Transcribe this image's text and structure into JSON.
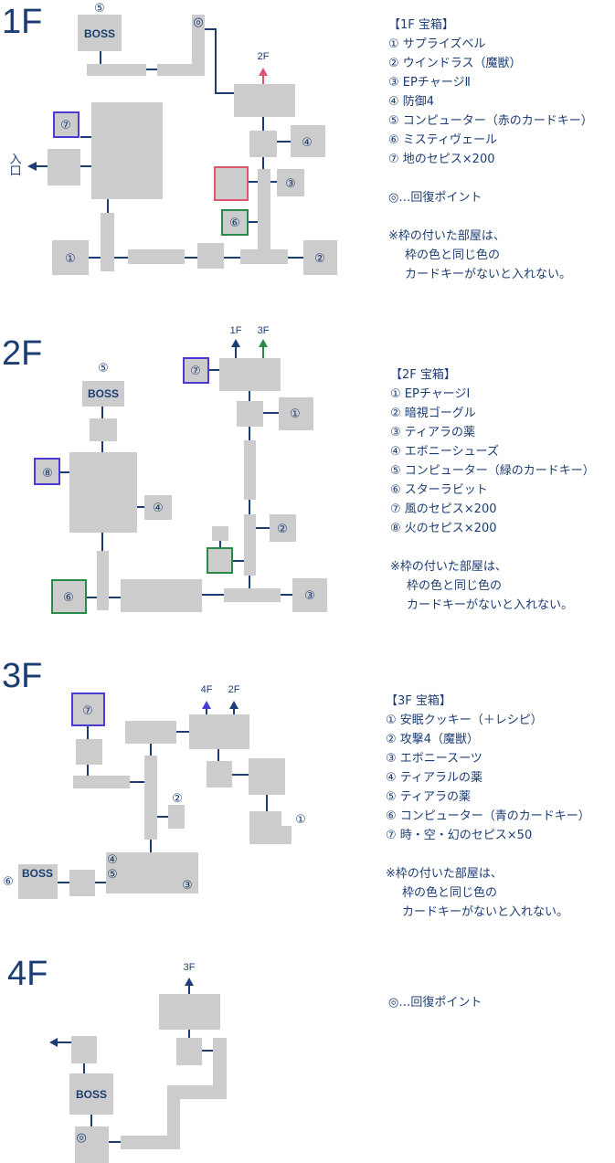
{
  "colors": {
    "text": "#1c3d74",
    "room": "#cccccc",
    "red_card": "#e0546e",
    "green_card": "#2a8a4a",
    "blue_card": "#4a3ad6"
  },
  "floors": {
    "f1": {
      "title": "1F",
      "boss": "BOSS",
      "heal": "◎",
      "entrance": "入口",
      "stairs": {
        "up": "2F"
      },
      "markers": [
        "①",
        "②",
        "③",
        "④",
        "⑤",
        "⑥",
        "⑦"
      ],
      "legend": {
        "heading": "【1F 宝箱】",
        "items": [
          "① サプライズベル",
          "② ウインドラス（魔獣）",
          "③ EPチャージⅡ",
          "④ 防御4",
          "⑤ コンピューター（赤のカードキー）",
          "⑥ ミスティヴェール",
          "⑦ 地のセピス×200"
        ],
        "heal_note": "◎…回復ポイント",
        "note": [
          "※枠の付いた部屋は、",
          "枠の色と同じ色の",
          "カードキーがないと入れない。"
        ]
      }
    },
    "f2": {
      "title": "2F",
      "boss": "BOSS",
      "stairs": {
        "down": "1F",
        "up": "3F"
      },
      "markers": [
        "①",
        "②",
        "③",
        "④",
        "⑤",
        "⑥",
        "⑦",
        "⑧"
      ],
      "legend": {
        "heading": "【2F 宝箱】",
        "items": [
          "① EPチャージⅠ",
          "② 暗視ゴーグル",
          "③ ティアラの薬",
          "④ エボニーシューズ",
          "⑤ コンピューター（緑のカードキー）",
          "⑥ スターラビット",
          "⑦ 風のセピス×200",
          "⑧ 火のセピス×200"
        ],
        "note": [
          "※枠の付いた部屋は、",
          "枠の色と同じ色の",
          "カードキーがないと入れない。"
        ]
      }
    },
    "f3": {
      "title": "3F",
      "boss": "BOSS",
      "stairs": {
        "up1": "4F",
        "up2": "2F"
      },
      "markers": [
        "①",
        "②",
        "③",
        "④",
        "⑤",
        "⑥",
        "⑦"
      ],
      "legend": {
        "heading": "【3F 宝箱】",
        "items": [
          "① 安眠クッキー（＋レシピ）",
          "② 攻撃4（魔獣）",
          "③ エボニースーツ",
          "④ ティアラルの薬",
          "⑤ ティアラの薬",
          "⑥ コンピューター（青のカードキー）",
          "⑦ 時・空・幻のセピス×50"
        ],
        "note": [
          "※枠の付いた部屋は、",
          "枠の色と同じ色の",
          "カードキーがないと入れない。"
        ]
      }
    },
    "f4": {
      "title": "4F",
      "boss": "BOSS",
      "heal": "◎",
      "stairs": {
        "down": "3F"
      },
      "legend": {
        "heal_note": "◎…回復ポイント"
      }
    }
  }
}
